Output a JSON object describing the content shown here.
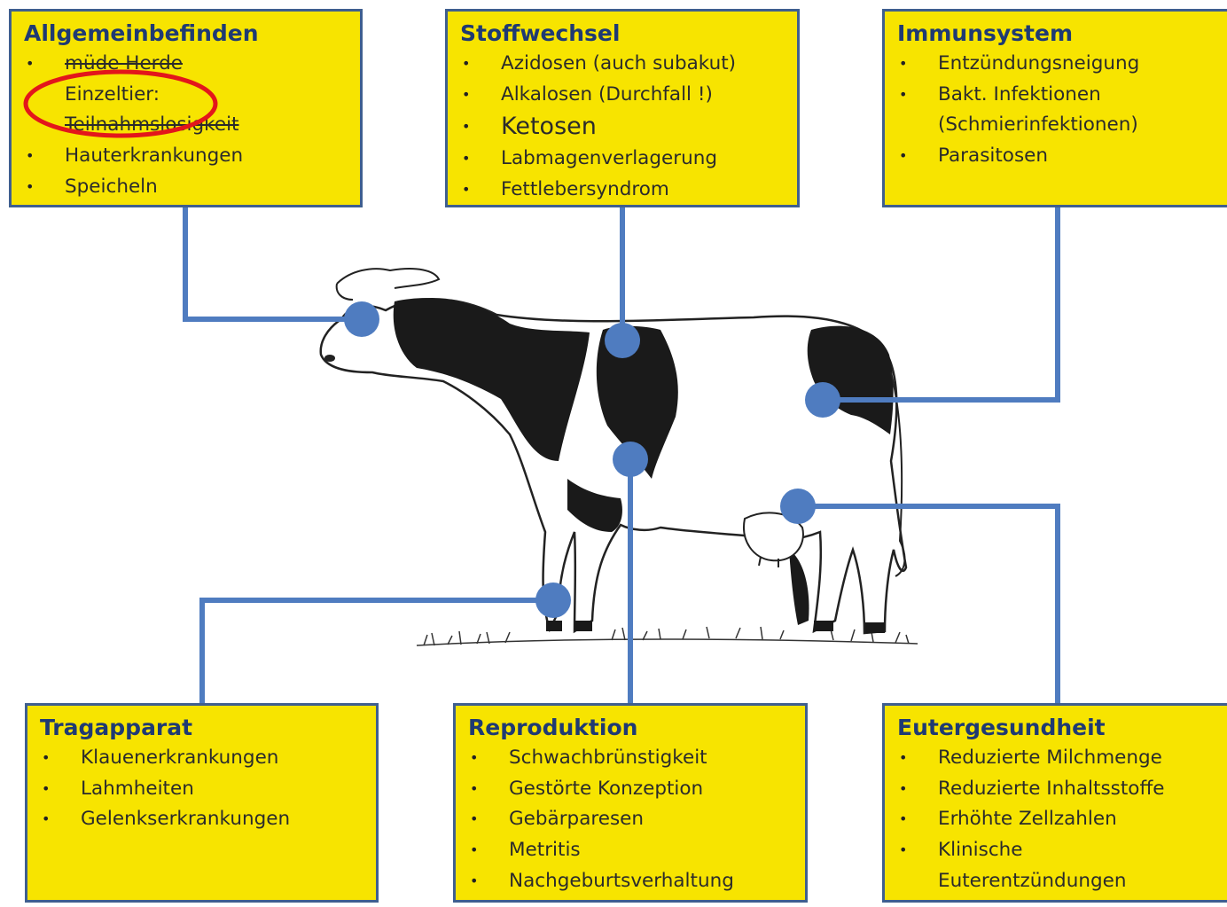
{
  "boxes": {
    "allgemeinbefinden": {
      "title": "Allgemeinbefinden",
      "items": [
        "müde Herde",
        "Einzeltier:",
        "Teilnahmslosigkeit",
        "Hauterkrankungen",
        "Speicheln"
      ]
    },
    "stoffwechsel": {
      "title": "Stoffwechsel",
      "items": [
        "Azidosen (auch subakut)",
        "Alkalosen (Durchfall !)",
        "Ketosen",
        "Labmagenverlagerung",
        "Fettlebersyndrom"
      ]
    },
    "immunsystem": {
      "title": "Immunsystem",
      "items": [
        "Entzündungsneigung",
        "Bakt. Infektionen",
        "(Schmierinfektionen)",
        "Parasitosen"
      ]
    },
    "tragapparat": {
      "title": "Tragapparat",
      "items": [
        "Klauenerkrankungen",
        "Lahmheiten",
        "Gelenkserkrankungen"
      ]
    },
    "reproduktion": {
      "title": "Reproduktion",
      "items": [
        "Schwachbrünstigkeit",
        "Gestörte Konzeption",
        "Gebärparesen",
        "Metritis",
        "Nachgeburtsverhaltung"
      ]
    },
    "eutergesundheit": {
      "title": "Eutergesundheit",
      "items": [
        "Reduzierte Milchmenge",
        "Reduzierte Inhaltsstoffe",
        "Erhöhte Zellzahlen",
        "Klinische",
        "Euterentzündungen"
      ]
    }
  },
  "colors": {
    "box_fill": "#f7e400",
    "box_border": "#3f5f8f",
    "title": "#1f3a73",
    "connector": "#4f7cc0",
    "highlight": "#e3161b"
  },
  "bullet": "•"
}
